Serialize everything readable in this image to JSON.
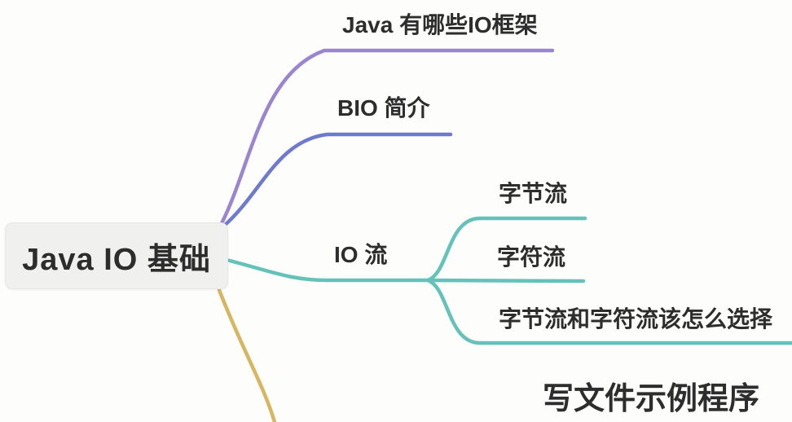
{
  "root": {
    "label": "Java IO 基础",
    "bg_color": "#f0f0ee",
    "text_color": "#2d2d2d"
  },
  "colors": {
    "purple": "#9b85d1",
    "blue": "#6e7ace",
    "teal": "#64c2b8",
    "yellow": "#d6b65e",
    "text": "#2d2d2d",
    "background": "#fdfdfc"
  },
  "branches": [
    {
      "id": "io-frameworks",
      "label": "Java 有哪些IO框架",
      "color": "#9b85d1"
    },
    {
      "id": "bio-intro",
      "label": "BIO 简介",
      "color": "#6e7ace"
    },
    {
      "id": "io-stream",
      "label": "IO 流",
      "color": "#64c2b8",
      "children": [
        {
          "label": "字节流"
        },
        {
          "label": "字符流"
        },
        {
          "label": "字节流和字符流该怎么选择"
        }
      ]
    },
    {
      "id": "file-branch",
      "label": "",
      "color": "#d6b65e",
      "children": [
        {
          "label": "写文件示例程序"
        }
      ]
    }
  ]
}
